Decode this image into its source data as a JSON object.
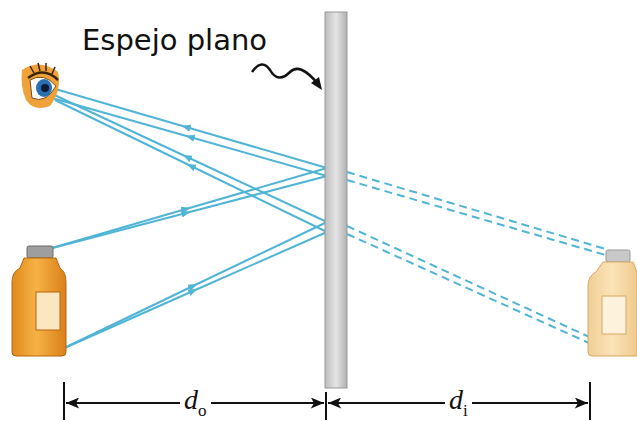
{
  "diagram": {
    "labels": [
      "Espejo plano",
      "d",
      "o",
      "d",
      "i"
    ]
  }
}
